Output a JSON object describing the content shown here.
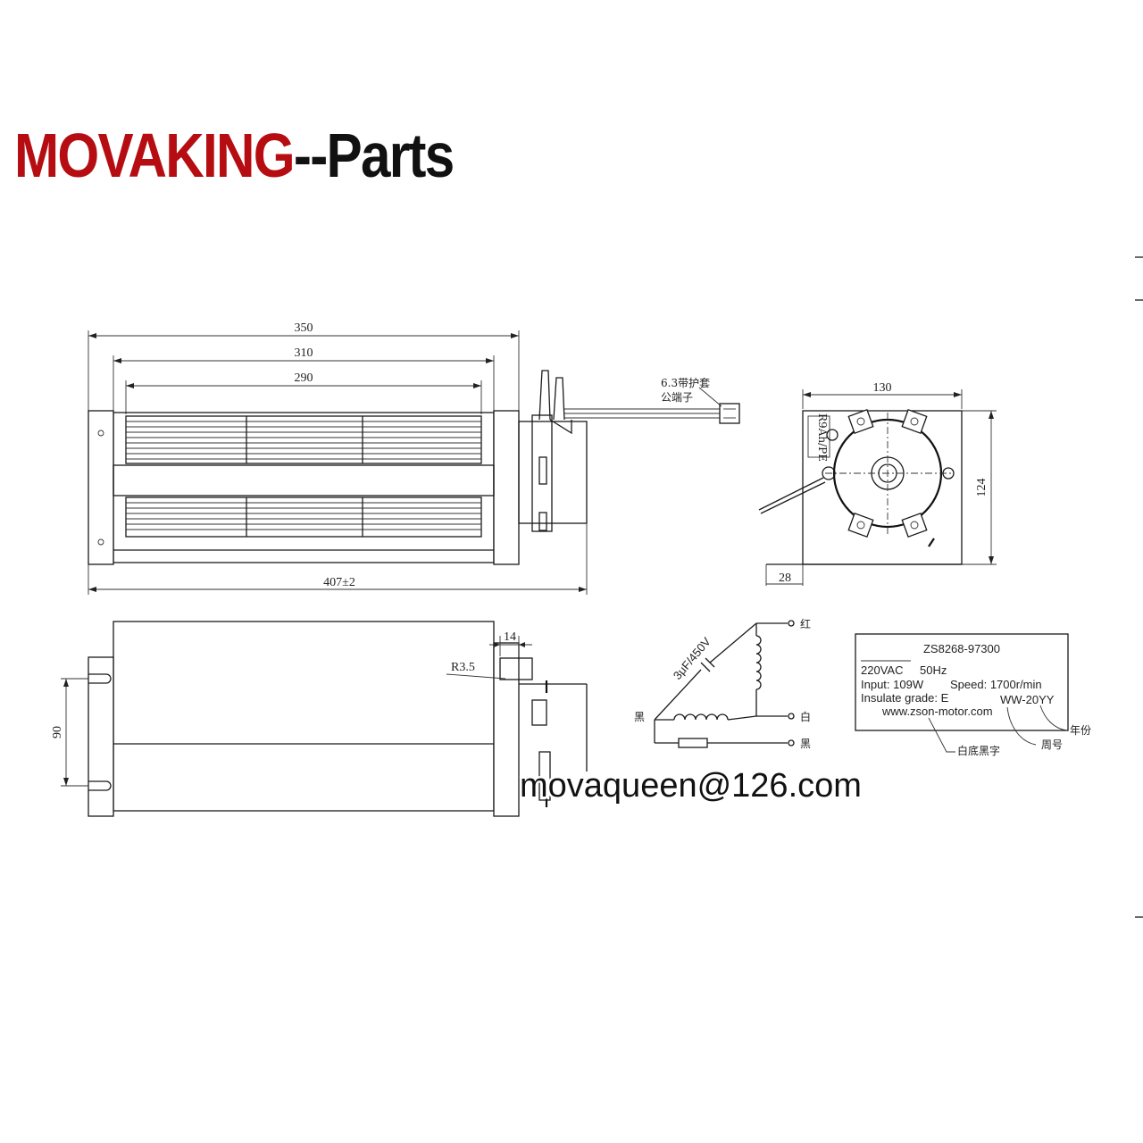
{
  "brand": {
    "name": "MOVAKING",
    "suffix": "--Parts",
    "colors": {
      "name": "#b50d12",
      "suffix": "#111111"
    }
  },
  "contact": {
    "email": "movaqueen@126.com"
  },
  "front_view": {
    "dims": {
      "overall_a": "350",
      "overall_b": "310",
      "blade_len": "290",
      "total_len": "407±2"
    }
  },
  "connector": {
    "note_line1": "6.3带护套",
    "note_line2": "公端子"
  },
  "end_view": {
    "width": "130",
    "height": "124",
    "foot": "28",
    "side_label": "R9Ah/PE"
  },
  "bottom_view": {
    "dim_slot": "14",
    "dim_radius": "R3.5",
    "dim_mount": "90"
  },
  "wiring": {
    "capacitor": "3μF/450V",
    "wire_red": "红",
    "wire_white": "白",
    "wire_black": "黑",
    "wire_black_left": "黑"
  },
  "nameplate": {
    "model": "ZS8268-97300",
    "voltage": "220VAC",
    "frequency": "50Hz",
    "input": "Input: 109W",
    "speed": "Speed: 1700r/min",
    "insulation": "Insulate grade: E",
    "date_code": "WW-20YY",
    "website": "www.zson-motor.com",
    "note_label_bg": "白底黑字",
    "note_week": "周号",
    "note_year": "年份"
  }
}
